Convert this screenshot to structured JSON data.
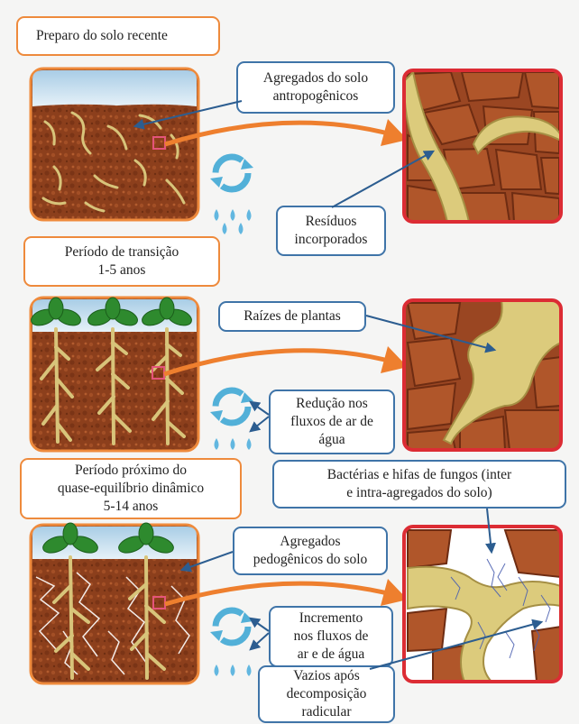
{
  "stages": [
    {
      "title_lines": [
        "Preparo do solo recente"
      ]
    },
    {
      "title_lines": [
        "Período de transição",
        "1-5 anos"
      ]
    },
    {
      "title_lines": [
        "Período próximo do",
        "quase-equilíbrio dinâmico",
        "5-14 anos"
      ]
    }
  ],
  "callouts": {
    "agregados_antropogenicos": [
      "Agregados do solo",
      "antropogênicos"
    ],
    "residuos": [
      "Resíduos",
      "incorporados"
    ],
    "raizes": [
      "Raízes de plantas"
    ],
    "reducao": [
      "Redução nos",
      "fluxos de ar de",
      "água"
    ],
    "bacterias": [
      "Bactérias e hifas de fungos (inter",
      "e intra-agregados do solo)"
    ],
    "agregados_pedogenicos": [
      "Agregados",
      "pedogênicos do solo"
    ],
    "incremento": [
      "Incremento",
      "nos fluxos de",
      "ar e de água"
    ],
    "vazios": [
      "Vazios após",
      "decomposição",
      "radicular"
    ]
  },
  "colors": {
    "soil": "#8c3f1c",
    "sky": "#c4dcec",
    "frame_orange": "#ee8a3c",
    "frame_red": "#dc2c34",
    "callout_blue": "#3f74a8",
    "residue": "#dccb7c",
    "leaf": "#2e8a2e"
  },
  "icons": [
    "cycle-arrows-icon",
    "water-drops-icon",
    "zoom-marker-icon",
    "zoom-arrow-icon"
  ]
}
